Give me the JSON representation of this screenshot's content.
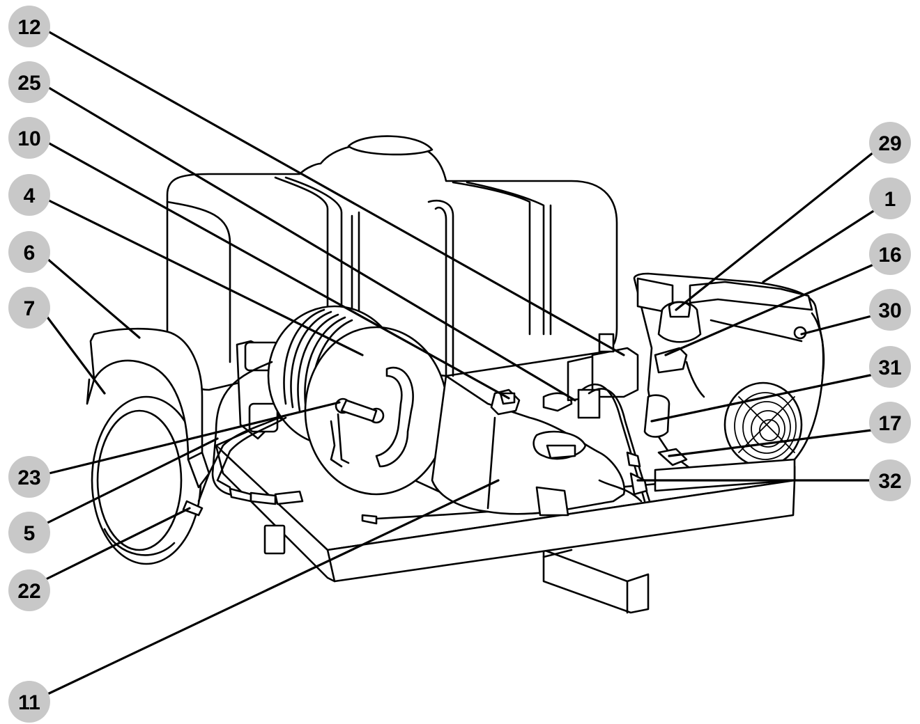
{
  "diagram": {
    "callouts": [
      {
        "id": "c12",
        "label": "12"
      },
      {
        "id": "c25",
        "label": "25"
      },
      {
        "id": "c10",
        "label": "10"
      },
      {
        "id": "c4",
        "label": "4"
      },
      {
        "id": "c6",
        "label": "6"
      },
      {
        "id": "c7",
        "label": "7"
      },
      {
        "id": "c23",
        "label": "23"
      },
      {
        "id": "c5",
        "label": "5"
      },
      {
        "id": "c22",
        "label": "22"
      },
      {
        "id": "c11",
        "label": "11"
      },
      {
        "id": "c29",
        "label": "29"
      },
      {
        "id": "c1",
        "label": "1"
      },
      {
        "id": "c16",
        "label": "16"
      },
      {
        "id": "c30",
        "label": "30"
      },
      {
        "id": "c31",
        "label": "31"
      },
      {
        "id": "c17",
        "label": "17"
      },
      {
        "id": "c32",
        "label": "32"
      }
    ]
  }
}
